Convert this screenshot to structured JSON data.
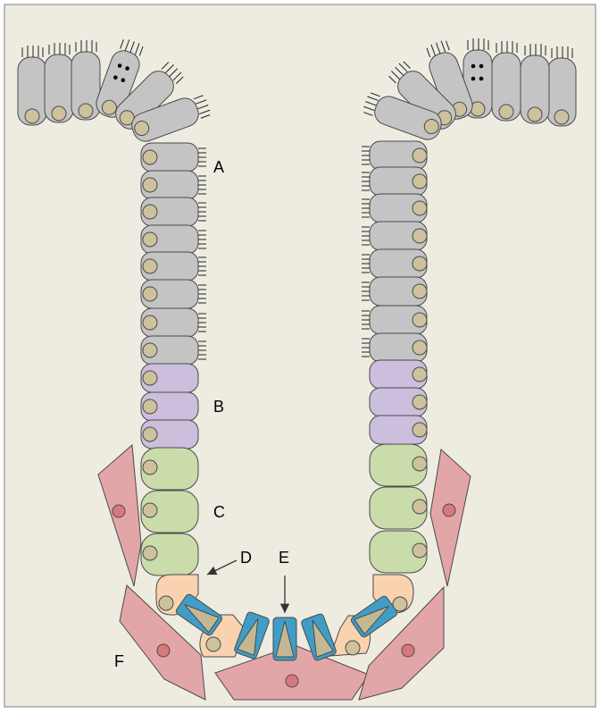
{
  "colors": {
    "background": "#eeebe0",
    "frame": "#7f7f7f",
    "outline": "#4a4a4a",
    "ciliated_cell": "#c4c4c4",
    "nucleus": "#cdc19e",
    "purple_cell": "#cbbfdd",
    "green_cell": "#c9dcaa",
    "peach_cell": "#f9d3b0",
    "blue_cell": "#3f9dc6",
    "cone": "#c4b894",
    "pink_cell": "#e3a6a8",
    "pink_nucleus": "#d8787c",
    "arrow": "#333333"
  },
  "labels": {
    "a": "A",
    "b": "B",
    "c": "C",
    "d": "D",
    "e": "E",
    "f": "F"
  }
}
